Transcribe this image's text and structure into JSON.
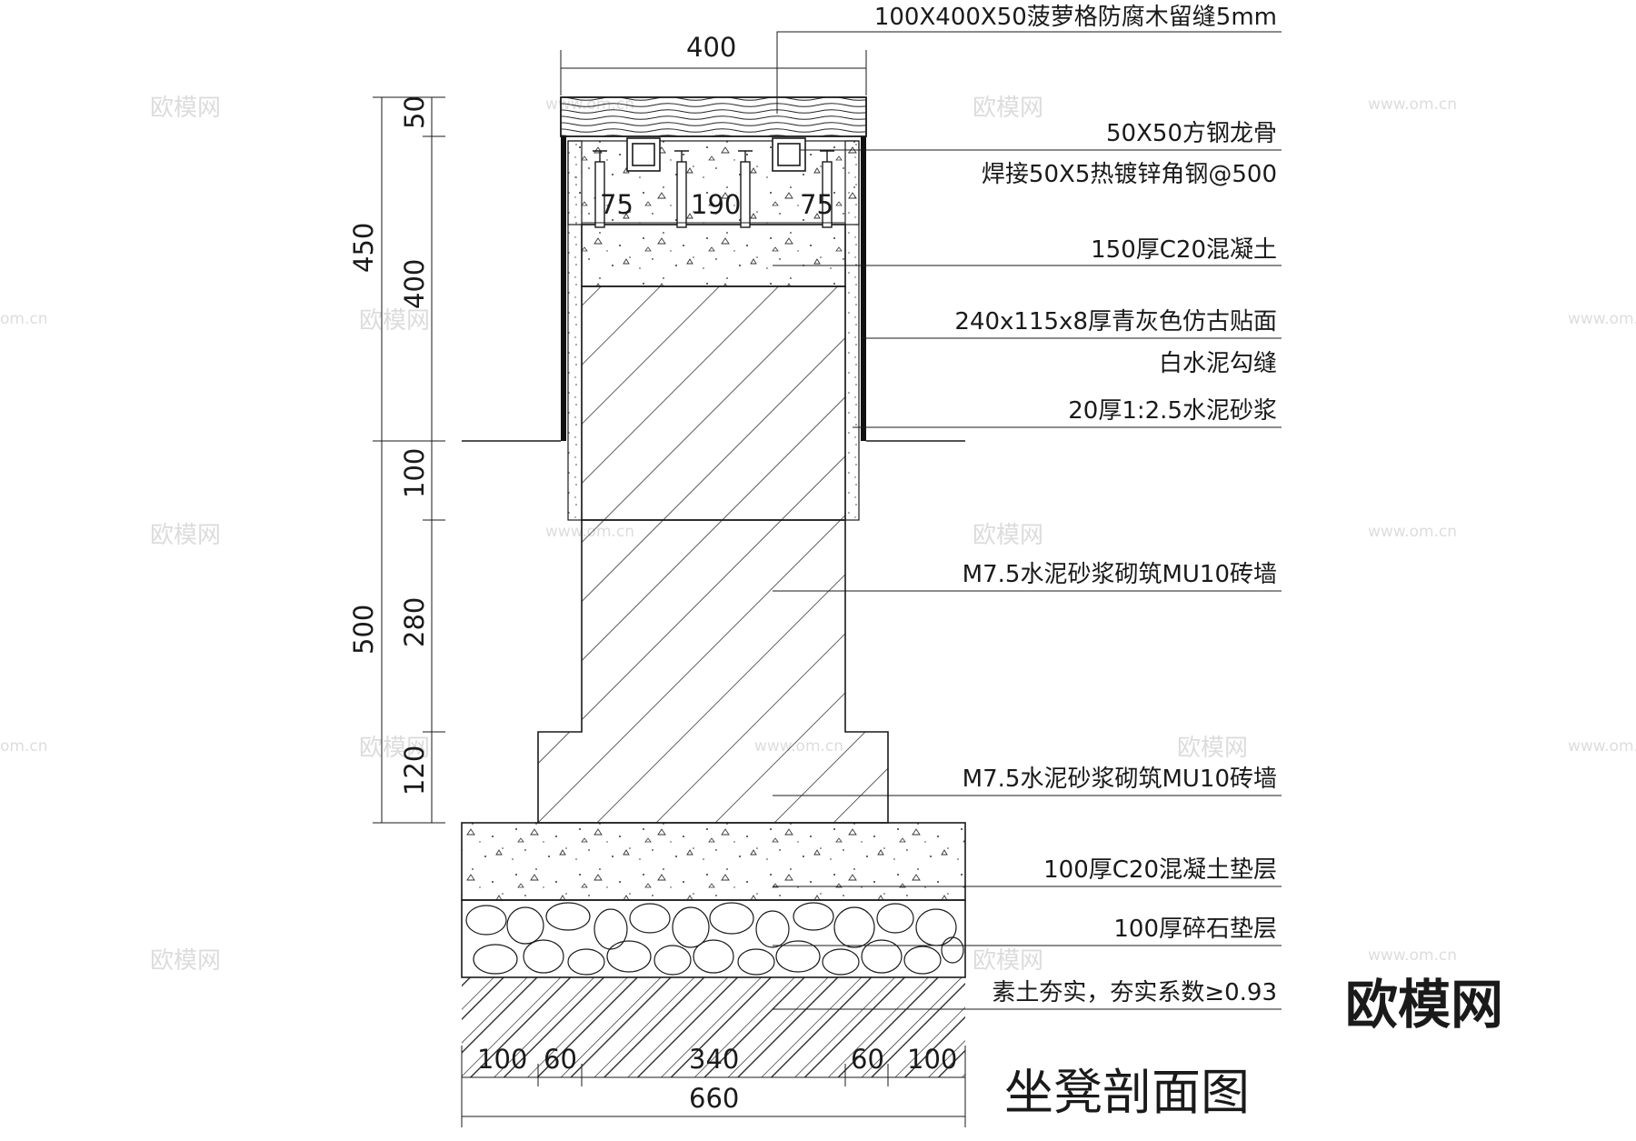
{
  "title": "坐凳剖面图",
  "brand_mark": "欧模网",
  "watermarks": {
    "logo_text": "欧模网",
    "url_text": "www.om.cn",
    "url_fragment": "om.cn",
    "color": "#dcdcdc"
  },
  "callouts": [
    "100X400X50菠萝格防腐木留缝5mm",
    "50X50方钢龙骨",
    "焊接50X5热镀锌角钢@500",
    "150厚C20混凝土",
    "240x115x8厚青灰色仿古贴面",
    "白水泥勾缝",
    "20厚1:2.5水泥砂浆",
    "M7.5水泥砂浆砌筑MU10砖墙",
    "M7.5水泥砂浆砌筑MU10砖墙",
    "100厚C20混凝土垫层",
    "100厚碎石垫层",
    "素土夯实，夯实系数≥0.93"
  ],
  "dimensions": {
    "top_width": "400",
    "left_outer": [
      "450",
      "500"
    ],
    "left_inner": [
      "50",
      "400",
      "100",
      "280",
      "120"
    ],
    "anchor_spacing": [
      "75",
      "190",
      "75"
    ],
    "bottom_chain": [
      "100",
      "60",
      "340",
      "60",
      "100"
    ],
    "bottom_total": "660"
  },
  "materials": {
    "wood_cap": "菠萝格防腐木",
    "tile_color": "#111111"
  }
}
